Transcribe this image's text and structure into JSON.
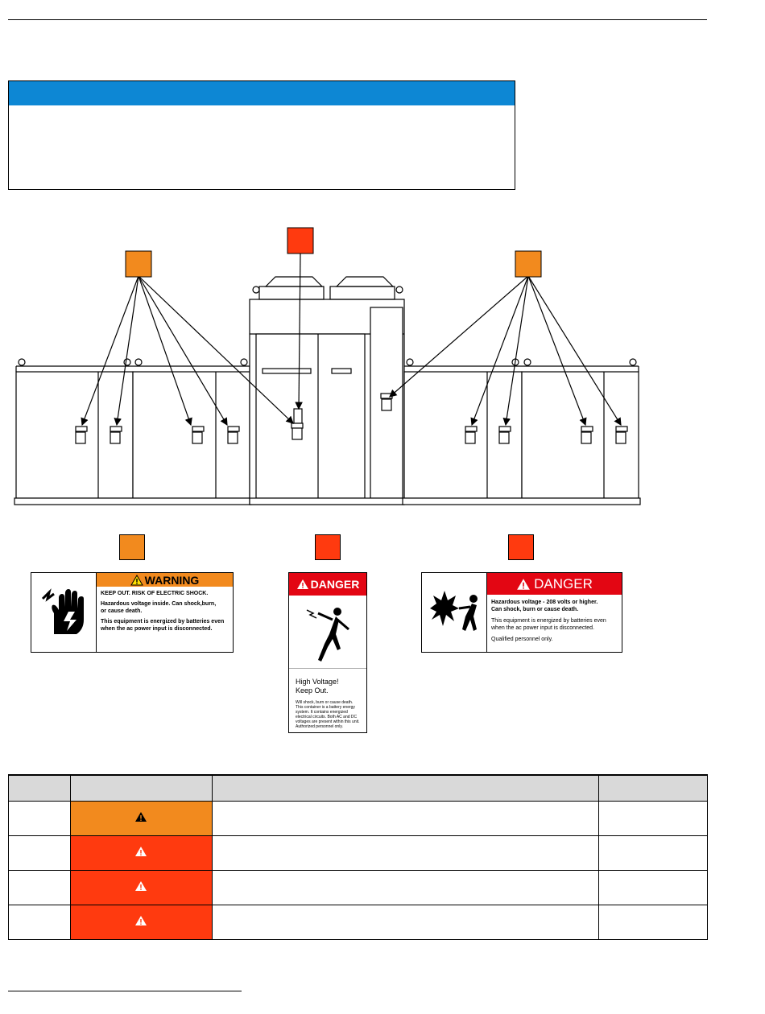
{
  "colors": {
    "note_header": "#0d87d4",
    "warning_orange": "#f28a1e",
    "danger_red": "#ff3a0f",
    "table_header_gray": "#d9d9d9"
  },
  "labels": {
    "warning": {
      "header": "WARNING",
      "line1": "KEEP OUT. RISK OF ELECTRIC SHOCK.",
      "line2": "Hazardous voltage inside. Can shock,burn,",
      "line3": "or cause death.",
      "line4": "This equipment is energized by batteries even",
      "line5": "when the ac power input is disconnected."
    },
    "danger_vertical": {
      "header": "DANGER",
      "title1": "High Voltage!",
      "title2": "Keep Out.",
      "small1": "Will shock, burn or cause death.",
      "small2": "This container is a battery energy",
      "small3": "system. It contains energized",
      "small4": "electrical circuits. Both AC and DC",
      "small5": "voltages are present within this unit.",
      "small6": "Authorized personnel only."
    },
    "danger_wide": {
      "header": "DANGER",
      "line1": "Hazardous voltage - 208 volts or higher.",
      "line2": "Can shock, burn or cause death.",
      "line3": "This equipment is energized by batteries even",
      "line4": "when the ac power input is disconnected.",
      "line5": "Qualified personnel only."
    }
  },
  "table": {
    "rows": [
      {
        "severity_color": "orange",
        "icon": "warning-triangle-icon"
      },
      {
        "severity_color": "red",
        "icon": "warning-triangle-icon"
      },
      {
        "severity_color": "red",
        "icon": "warning-triangle-icon"
      },
      {
        "severity_color": "red",
        "icon": "warning-triangle-icon"
      }
    ]
  }
}
